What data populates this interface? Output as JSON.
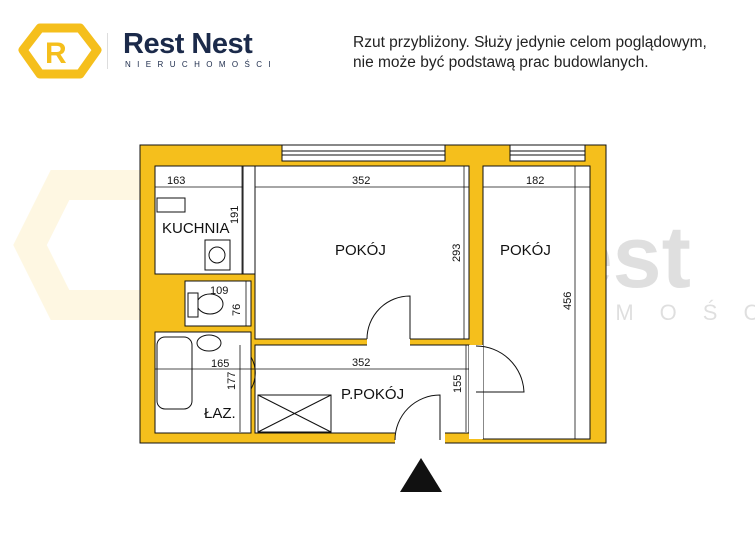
{
  "header": {
    "brand_name": "Rest Nest",
    "brand_subtitle": "NIERUCHOMOŚCI",
    "logo_letter": "R",
    "disclaimer_line1": "Rzut przybliżony. Służy jedynie celom poglądowym,",
    "disclaimer_line2": "nie może być podstawą prac budowlanych."
  },
  "watermark": {
    "brand_name": "Rest Nest",
    "subtitle": "NIERUCHOMOŚCI"
  },
  "colors": {
    "wall": "#f5bf1c",
    "brand_dark": "#1b2a4a",
    "brand_yellow": "#f5bf1c"
  },
  "plan": {
    "rooms": {
      "kitchen": "KUCHNIA",
      "room1": "POKÓJ",
      "room2": "POKÓJ",
      "hall": "P.POKÓJ",
      "bathroom": "ŁAZ."
    },
    "dimensions": {
      "kitchen_width": "163",
      "kitchen_depth": "191",
      "room1_width": "352",
      "room1_depth": "293",
      "room2_width": "182",
      "room2_depth": "456",
      "wc_width": "109",
      "wc_depth": "76",
      "bath_width": "165",
      "bath_depth": "177",
      "hall_width": "352",
      "hall_depth": "155"
    },
    "entrance_marker": "entrance-arrow"
  }
}
